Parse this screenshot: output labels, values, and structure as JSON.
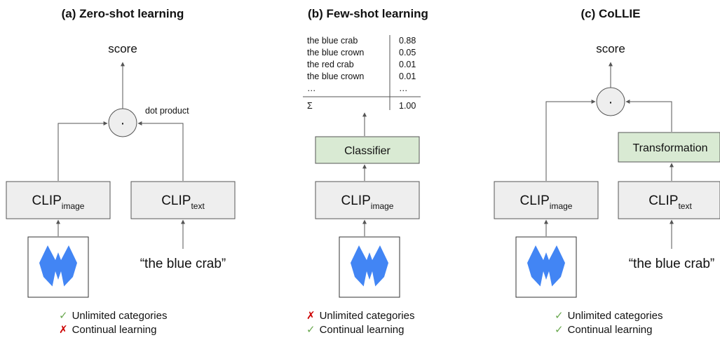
{
  "panels": [
    {
      "title": "(a) Zero-shot learning",
      "score": "score",
      "operator": "·",
      "dot_product_label": "dot product",
      "clip_image": {
        "base": "CLIP",
        "sub": "image"
      },
      "clip_text": {
        "base": "CLIP",
        "sub": "text"
      },
      "query": "“the blue crab”",
      "features": [
        {
          "mark": "✓",
          "mark_color": "#6aa84f",
          "text": "Unlimited categories"
        },
        {
          "mark": "✗",
          "mark_color": "#cc0000",
          "text": "Continual learning"
        }
      ]
    },
    {
      "title": "(b) Few-shot learning",
      "classifier_label": "Classifier",
      "clip_image": {
        "base": "CLIP",
        "sub": "image"
      },
      "table_rows": [
        {
          "label": "the blue crab",
          "value": "0.88"
        },
        {
          "label": "the blue crown",
          "value": "0.05"
        },
        {
          "label": "the red crab",
          "value": "0.01"
        },
        {
          "label": "the blue crown",
          "value": "0.01"
        },
        {
          "label": "…",
          "value": "…"
        }
      ],
      "sum_label": "Σ",
      "sum_value": "1.00",
      "features": [
        {
          "mark": "✗",
          "mark_color": "#cc0000",
          "text": "Unlimited categories"
        },
        {
          "mark": "✓",
          "mark_color": "#6aa84f",
          "text": "Continual learning"
        }
      ]
    },
    {
      "title": "(c) CoLLIE",
      "score": "score",
      "operator": "·",
      "transformation_label": "Transformation",
      "clip_image": {
        "base": "CLIP",
        "sub": "image"
      },
      "clip_text": {
        "base": "CLIP",
        "sub": "text"
      },
      "query": "“the blue crab”",
      "features": [
        {
          "mark": "✓",
          "mark_color": "#6aa84f",
          "text": "Unlimited categories"
        },
        {
          "mark": "✓",
          "mark_color": "#6aa84f",
          "text": "Continual learning"
        }
      ]
    }
  ],
  "colors": {
    "box_fill": "#eeeeee",
    "green_box_fill": "#d9ead3",
    "logo_blue": "#4285f4",
    "line": "#555555"
  }
}
